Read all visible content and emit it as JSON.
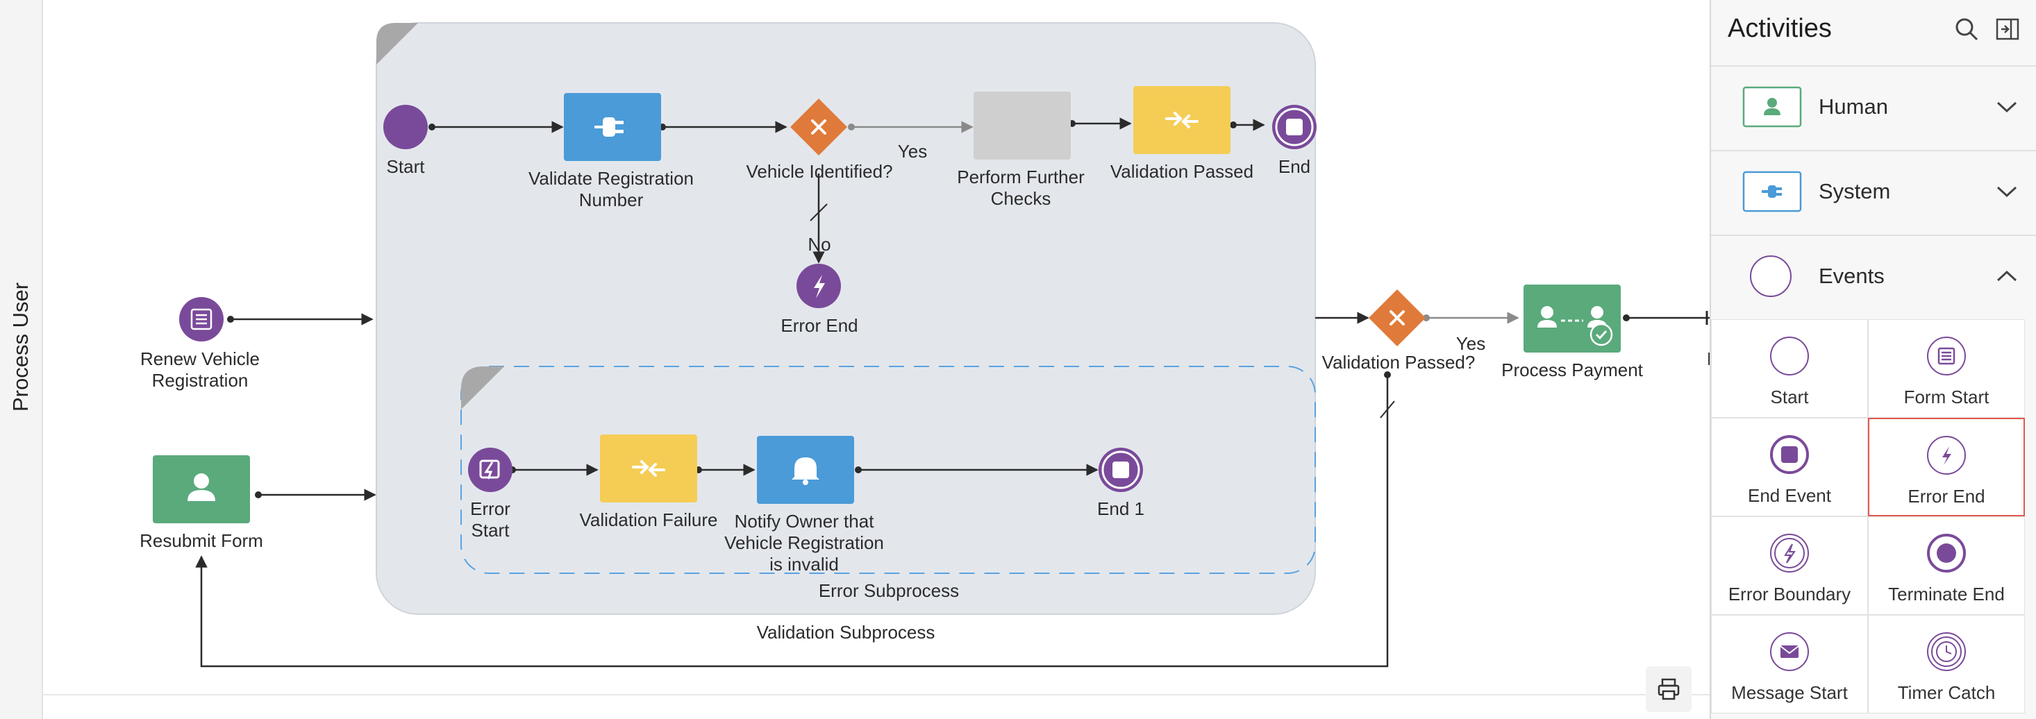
{
  "lane": {
    "label": "Process User"
  },
  "diagram": {
    "validation_subprocess": {
      "label": "Validation Subprocess",
      "start": "Start",
      "validate_reg": "Validate Registration Number",
      "vehicle_identified": "Vehicle Identified?",
      "yes": "Yes",
      "no": "No",
      "perform_checks": "Perform Further Checks",
      "validation_passed": "Validation Passed",
      "end": "End",
      "error_end": "Error End"
    },
    "error_subprocess": {
      "label": "Error Subprocess",
      "error_start": "Error Start",
      "validation_failure": "Validation Failure",
      "notify_owner": "Notify Owner that Vehicle Registration is invalid",
      "end1": "End 1"
    },
    "renew": "Renew Vehicle Registration",
    "resubmit": "Resubmit Form",
    "validation_passed_gw": "Validation Passed?",
    "yes2": "Yes",
    "process_payment": "Process Payment",
    "cut_label": "E"
  },
  "panel": {
    "title": "Activities",
    "categories": [
      {
        "label": "Human",
        "icon": "person-icon",
        "expanded": false
      },
      {
        "label": "System",
        "icon": "plug-icon",
        "expanded": false
      },
      {
        "label": "Events",
        "icon": "circle-icon",
        "expanded": true
      }
    ],
    "events": [
      {
        "label": "Start",
        "icon": "start-event-icon"
      },
      {
        "label": "Form Start",
        "icon": "form-start-icon"
      },
      {
        "label": "End Event",
        "icon": "end-event-icon"
      },
      {
        "label": "Error End",
        "icon": "error-end-icon",
        "selected": true
      },
      {
        "label": "Error Boundary",
        "icon": "error-boundary-icon"
      },
      {
        "label": "Terminate End",
        "icon": "terminate-end-icon"
      },
      {
        "label": "Message Start",
        "icon": "message-start-icon"
      },
      {
        "label": "Timer Catch",
        "icon": "timer-catch-icon"
      }
    ]
  },
  "colors": {
    "purple": "#7a4a9a",
    "orange": "#e07a3a",
    "blue": "#4a9bd8",
    "yellow": "#f5cd55",
    "green": "#5aaa7c",
    "gray_task": "#cfcfcf",
    "subprocess_bg": "#e3e7ec",
    "selected_border": "#e05a4f"
  }
}
